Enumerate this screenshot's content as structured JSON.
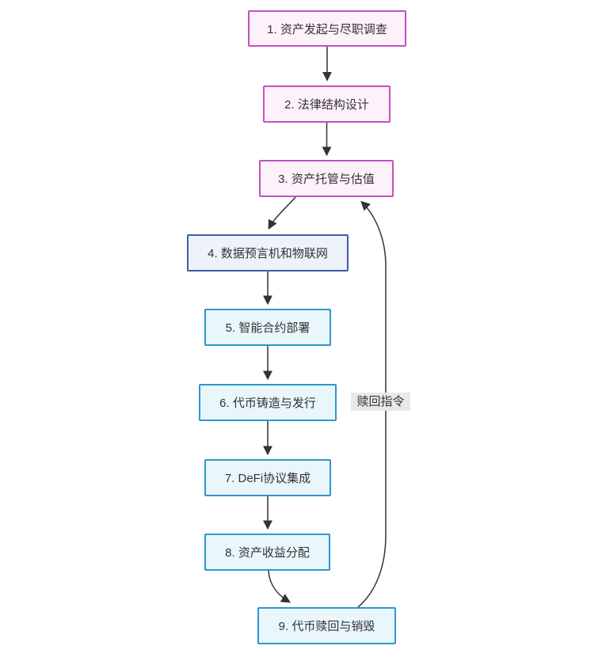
{
  "diagram": {
    "type": "flowchart",
    "direction": "top-down",
    "nodes": [
      {
        "id": "1",
        "label": "1. 资产发起与尽职调查",
        "style": "pink"
      },
      {
        "id": "2",
        "label": "2. 法律结构设计",
        "style": "pink"
      },
      {
        "id": "3",
        "label": "3. 资产托管与估值",
        "style": "pink"
      },
      {
        "id": "4",
        "label": "4. 数据预言机和物联网",
        "style": "navy"
      },
      {
        "id": "5",
        "label": "5. 智能合约部署",
        "style": "cyan"
      },
      {
        "id": "6",
        "label": "6. 代币铸造与发行",
        "style": "cyan"
      },
      {
        "id": "7",
        "label": "7. DeFi协议集成",
        "style": "cyan"
      },
      {
        "id": "8",
        "label": "8. 资产收益分配",
        "style": "cyan"
      },
      {
        "id": "9",
        "label": "9. 代币赎回与销毁",
        "style": "cyan"
      }
    ],
    "edges": [
      {
        "from": "1",
        "to": "2",
        "label": ""
      },
      {
        "from": "2",
        "to": "3",
        "label": ""
      },
      {
        "from": "3",
        "to": "4",
        "label": ""
      },
      {
        "from": "4",
        "to": "5",
        "label": ""
      },
      {
        "from": "5",
        "to": "6",
        "label": ""
      },
      {
        "from": "6",
        "to": "7",
        "label": ""
      },
      {
        "from": "7",
        "to": "8",
        "label": ""
      },
      {
        "from": "8",
        "to": "9",
        "label": ""
      },
      {
        "from": "9",
        "to": "3",
        "label": "赎回指令"
      }
    ],
    "edge_label": "赎回指令",
    "colors": {
      "pink_border": "#c152bf",
      "pink_fill": "#fdf1fa",
      "navy_border": "#3b5da6",
      "navy_fill": "#edf2fb",
      "cyan_border": "#2f97cd",
      "cyan_fill": "#e9f6fc",
      "edge_color": "#333333",
      "label_bg": "#e8e8e8",
      "text_color": "#333333"
    }
  }
}
